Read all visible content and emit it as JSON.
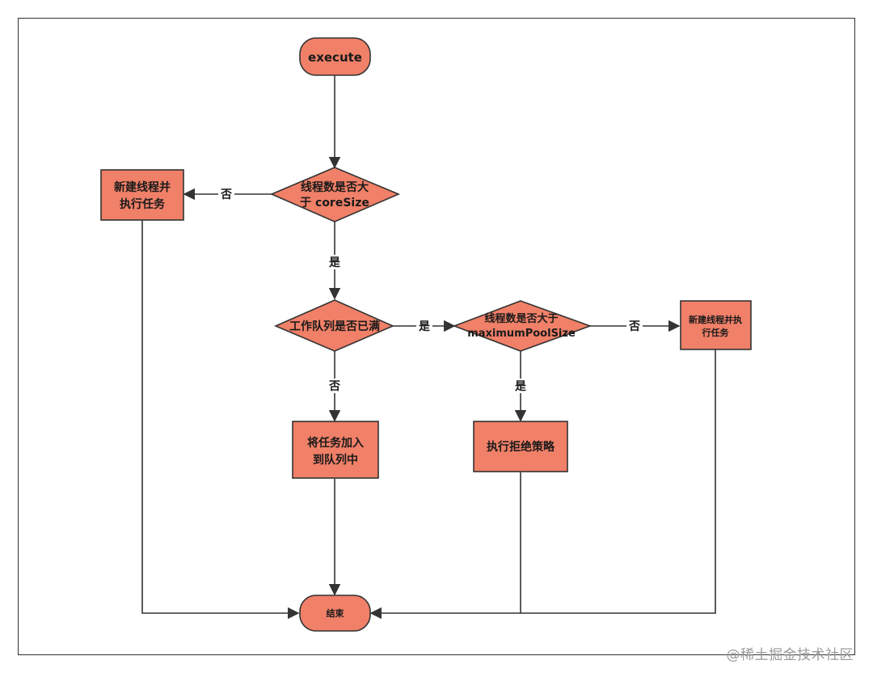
{
  "diagram": {
    "nodes": {
      "execute": {
        "lines": [
          "execute"
        ],
        "shape": "terminal"
      },
      "check_core": {
        "lines": [
          "线程数是否大",
          "于 coreSize"
        ],
        "shape": "decision"
      },
      "new_thread_left": {
        "lines": [
          "新建线程并",
          "执行任务"
        ],
        "shape": "process"
      },
      "queue_full": {
        "lines": [
          "工作队列是否已满"
        ],
        "shape": "decision"
      },
      "check_max": {
        "lines": [
          "线程数是否大于",
          "maximumPoolSize"
        ],
        "shape": "decision"
      },
      "new_thread_right": {
        "lines": [
          "新建线程并执",
          "行任务"
        ],
        "shape": "process"
      },
      "enqueue": {
        "lines": [
          "将任务加入",
          "到队列中"
        ],
        "shape": "process"
      },
      "reject": {
        "lines": [
          "执行拒绝策略"
        ],
        "shape": "process"
      },
      "end": {
        "lines": [
          "结束"
        ],
        "shape": "terminal"
      }
    },
    "edges": {
      "core_no": "否",
      "core_yes": "是",
      "queue_yes": "是",
      "queue_no": "否",
      "max_no": "否",
      "max_yes": "是"
    },
    "colors": {
      "node_fill": "#f08068",
      "stroke": "#333333"
    }
  },
  "watermark": "@稀土掘金技术社区"
}
